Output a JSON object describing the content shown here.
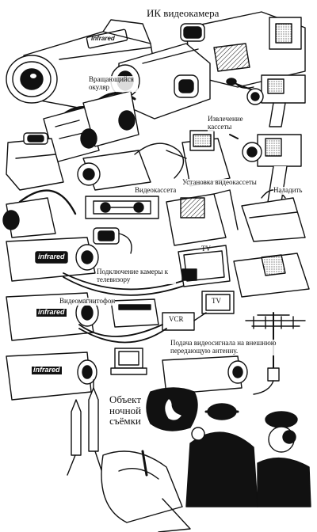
{
  "labels": {
    "title": "ИК видеокамера",
    "rotating_eyepiece": "Вращающийся\nокуляр",
    "cassette_eject": "Извлечение\nкассеты",
    "videocassette": "Видеокассета",
    "cassette_install": "Установка видеокассеты",
    "adjust": "Наладить",
    "connect_tv": "Подключение камеры к\nтелевизору",
    "vcr_label": "Видеомагнитофон",
    "antenna_feed": "Подача видеосигнала на внешнюю\nпередающую антенну.",
    "night_object": "Объект\nночной\nсъёмки",
    "tv_1": "TV",
    "tv_2": "TV",
    "vcr": "VCR",
    "brand": "infrared",
    "brand_b": "Infrared"
  },
  "colors": {
    "ink": "#111111",
    "paper": "#ffffff",
    "shade": "#555555"
  }
}
